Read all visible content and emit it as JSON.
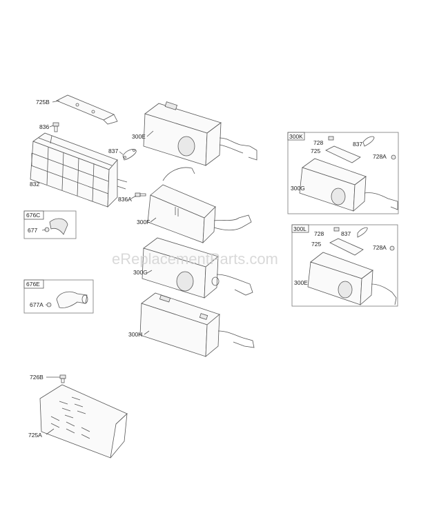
{
  "watermark": "eReplacementParts.com",
  "labels": {
    "l725B": "725B",
    "l836": "836",
    "l837a": "837",
    "l832": "832",
    "l300E_main": "300E",
    "l836A": "836A",
    "l300F": "300F",
    "l300G_main": "300G",
    "l300H": "300H",
    "l676C": "676C",
    "l677": "677",
    "l676E": "676E",
    "l677A": "677A",
    "l726B": "726B",
    "l725A": "725A",
    "l300K": "300K",
    "l728_k": "728",
    "l837_k": "837",
    "l725_k": "725",
    "l728A_k": "728A",
    "l300G_k": "300G",
    "l300L": "300L",
    "l728_l": "728",
    "l837_l": "837",
    "l725_l": "725",
    "l728A_l": "728A",
    "l300E_l": "300E"
  }
}
